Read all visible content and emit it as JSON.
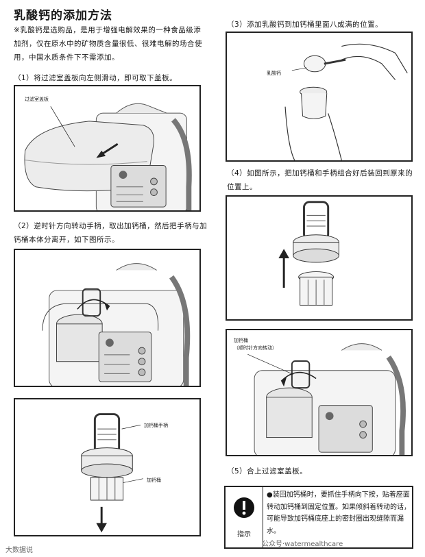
{
  "title": "乳酸钙的添加方法",
  "note": "※乳酸钙是选购品，是用于增强电解效果的一种食品级添加剂，仅在原水中的矿物质含量很低、很难电解的场合使用，中国水质条件下不需添加。",
  "steps": {
    "s1": "（1）将过滤室盖板向左侧滑动，即可取下盖板。",
    "s2": "（2）逆时针方向转动手柄，取出加钙桶，然后把手柄与加钙桶本体分离开，如下图所示。",
    "s3": "（3）添加乳酸钙到加钙桶里面八成满的位置。",
    "s4": "（4）如图所示，把加钙桶和手柄组合好后装回到原来的位置上。",
    "s5": "（5）合上过滤室盖板。"
  },
  "labels": {
    "filter_cover": "过滤室盖板",
    "calcium_powder": "乳酸钙",
    "cartridge_handle": "加钙桶手柄",
    "cartridge": "加钙桶",
    "cartridge_ccw_1": "加钙桶",
    "cartridge_ccw_2": "（顺时针方向转动）"
  },
  "warning": {
    "icon_label": "指示",
    "text": "●装回加钙桶时，要抓住手柄向下按，贴着座面转动加钙桶到固定位置。如果倾斜着转动的话，可能导致加钙桶底座上的密封圈出现缝隙而漏水。"
  },
  "watermarks": {
    "left": "大数据说",
    "right": "公众号·watermealthcare"
  }
}
